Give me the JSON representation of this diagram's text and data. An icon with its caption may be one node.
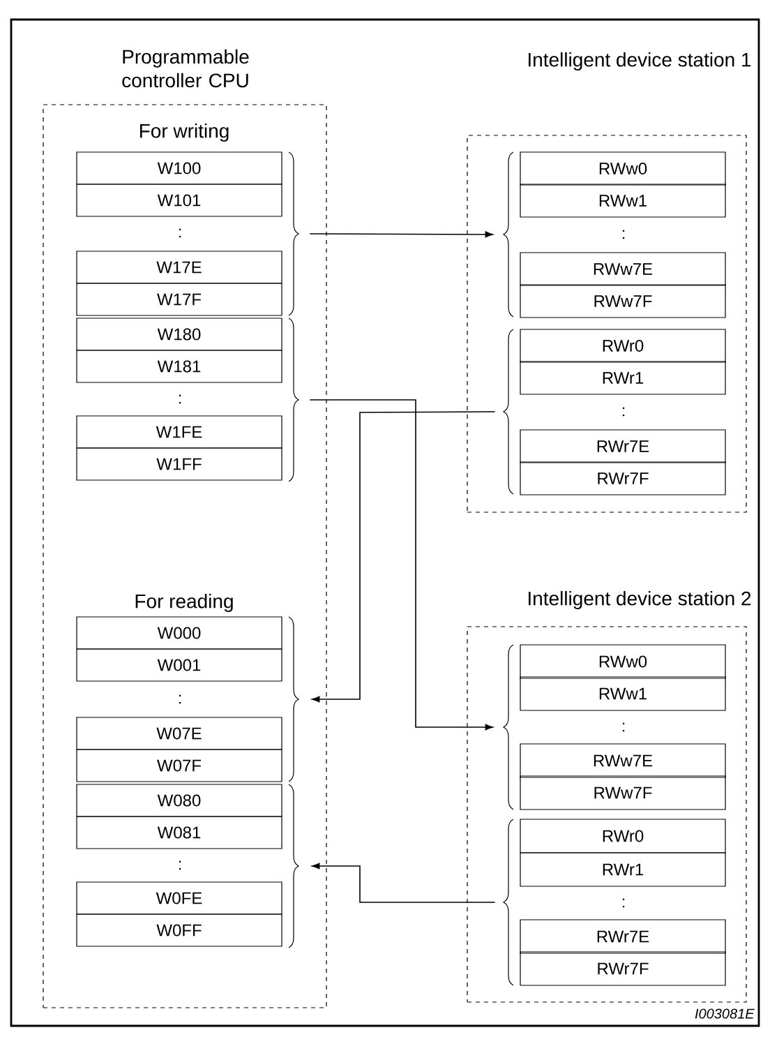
{
  "diagram": {
    "nodes": [
      {
        "text": [
          "Programmable controller CPU"
        ]
      },
      {
        "text": [
          "W100"
        ],
        "in": 0
      },
      {
        "text": [
          "W101"
        ],
        "in": 0
      },
      {
        "text": [
          "W17E"
        ],
        "in": 0
      },
      {
        "text": [
          "W17F"
        ],
        "in": 0
      },
      {
        "text": [
          "W180"
        ],
        "in": 0
      },
      {
        "text": [
          "W181"
        ],
        "in": 0
      },
      {
        "text": [
          "W1FE"
        ],
        "in": 0
      },
      {
        "text": [
          "W1FF"
        ],
        "in": 0
      },
      {
        "text": [
          "W000"
        ],
        "in": 0
      },
      {
        "text": [
          "W001"
        ],
        "in": 0
      },
      {
        "text": [
          "W07E"
        ],
        "in": 0
      },
      {
        "text": [
          "W07F"
        ],
        "in": 0
      },
      {
        "text": [
          "W080"
        ],
        "in": 0
      },
      {
        "text": [
          "W081"
        ],
        "in": 0
      },
      {
        "text": [
          "W0FE"
        ],
        "in": 0
      },
      {
        "text": [
          "W0FF"
        ],
        "in": 0
      },
      {
        "text": [],
        "shape": "brace",
        "in": 0
      },
      {
        "text": [],
        "shape": "brace",
        "in": 0
      },
      {
        "text": [],
        "shape": "brace",
        "in": 0
      },
      {
        "text": [],
        "shape": "brace",
        "in": 0
      },
      {
        "text": [
          "Intelligent device station 1"
        ]
      },
      {
        "text": [
          "RWw0"
        ],
        "in": 21
      },
      {
        "text": [
          "RWw1"
        ],
        "in": 21
      },
      {
        "text": [
          "RWw7E"
        ],
        "in": 21
      },
      {
        "text": [
          "RWw7F"
        ],
        "in": 21
      },
      {
        "text": [
          "RWr0"
        ],
        "in": 21
      },
      {
        "text": [
          "RWr1"
        ],
        "in": 21
      },
      {
        "text": [
          "RWr7E"
        ],
        "in": 21
      },
      {
        "text": [
          "RWr7F"
        ],
        "in": 21
      },
      {
        "text": [],
        "shape": "brace",
        "in": 21
      },
      {
        "text": [],
        "shape": "brace",
        "in": 21
      },
      {
        "text": [
          "Intelligent device station 2"
        ]
      },
      {
        "text": [
          "RWw0"
        ],
        "in": 32
      },
      {
        "text": [
          "RWw1"
        ],
        "in": 32
      },
      {
        "text": [
          "RWw7E"
        ],
        "in": 32
      },
      {
        "text": [
          "RWw7F"
        ],
        "in": 32
      },
      {
        "text": [
          "RWr0"
        ],
        "in": 32
      },
      {
        "text": [
          "RWr1"
        ],
        "in": 32
      },
      {
        "text": [
          "RWr7E"
        ],
        "in": 32
      },
      {
        "text": [
          "RWr7F"
        ],
        "in": 32
      },
      {
        "text": [],
        "shape": "brace",
        "in": 32
      },
      {
        "text": [],
        "shape": "brace",
        "in": 32
      }
    ],
    "edges": [
      {
        "from": 17,
        "to": 30,
        "arrow": "to"
      },
      {
        "from": 18,
        "to": 41,
        "arrow": "to"
      },
      {
        "from": 31,
        "to": 19,
        "arrow": "to"
      },
      {
        "from": 42,
        "to": 20,
        "arrow": "to"
      }
    ],
    "labels": [
      "For writing",
      ":",
      ":",
      "For reading",
      ":",
      ":",
      ":",
      ":",
      ":",
      ":",
      "I003081E"
    ]
  }
}
